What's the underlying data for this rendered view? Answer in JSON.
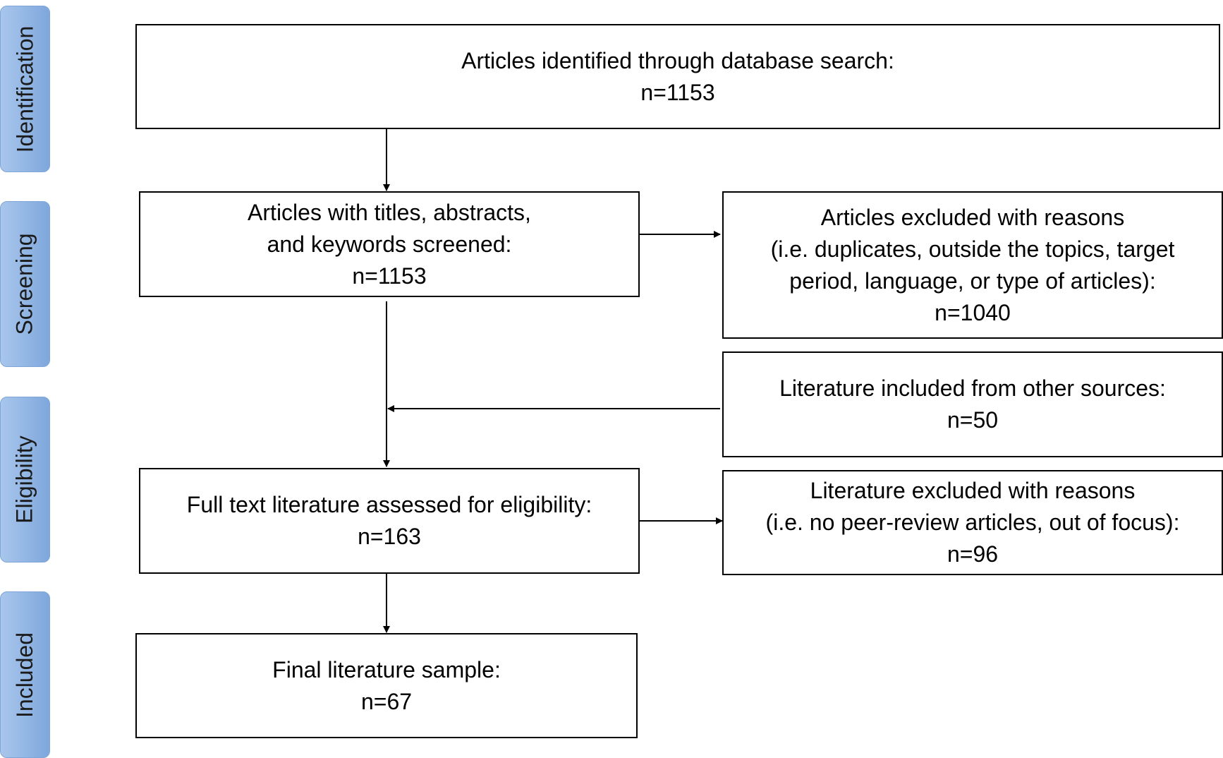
{
  "stages": [
    {
      "label": "Identification"
    },
    {
      "label": "Screening"
    },
    {
      "label": "Eligibility"
    },
    {
      "label": "Included"
    }
  ],
  "boxes": {
    "identified": {
      "lines": [
        "Articles identified through database search:",
        "n=1153"
      ]
    },
    "screened": {
      "lines": [
        "Articles with titles, abstracts,",
        "and keywords screened:",
        "n=1153"
      ]
    },
    "excluded_screening": {
      "lines": [
        "Articles excluded with reasons",
        "(i.e. duplicates, outside the topics, target",
        "period, language, or type of articles):",
        "n=1040"
      ]
    },
    "other_sources": {
      "lines": [
        "Literature included from other sources:",
        "n=50"
      ]
    },
    "full_text": {
      "lines": [
        "Full text literature assessed for eligibility:",
        "n=163"
      ]
    },
    "excluded_eligibility": {
      "lines": [
        "Literature excluded with reasons",
        "(i.e. no peer-review articles, out of focus):",
        "n=96"
      ]
    },
    "final": {
      "lines": [
        "Final literature sample:",
        "n=67"
      ]
    }
  }
}
